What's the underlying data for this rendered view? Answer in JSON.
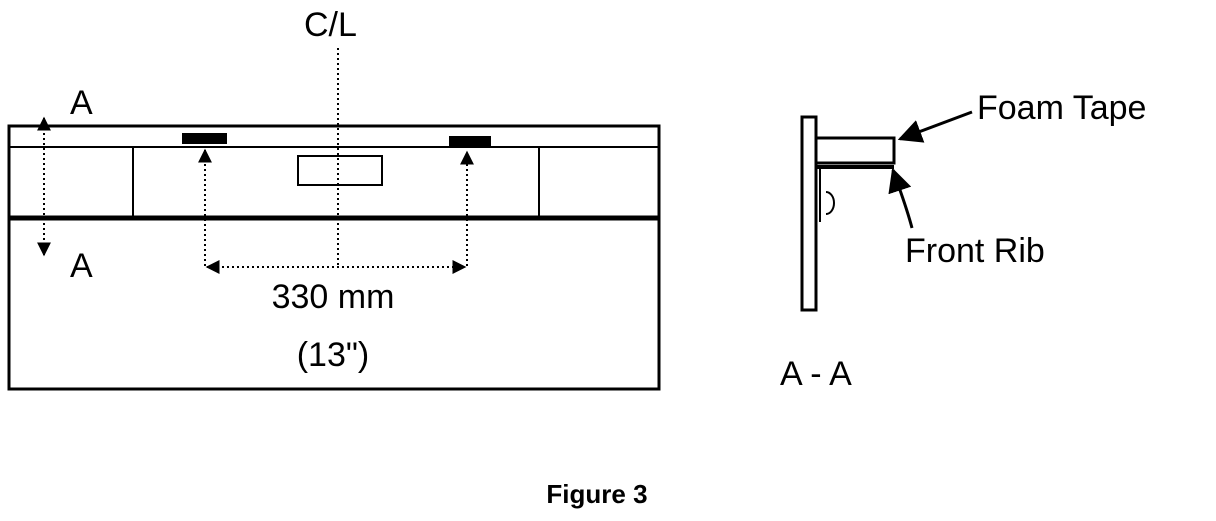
{
  "labels": {
    "centerline": "C/L",
    "section_top": "A",
    "section_bottom": "A",
    "dimension_mm": "330 mm",
    "dimension_in": "(13\")",
    "foam_tape": "Foam Tape",
    "front_rib": "Front Rib",
    "section_view": "A - A"
  },
  "caption": "Figure 3"
}
